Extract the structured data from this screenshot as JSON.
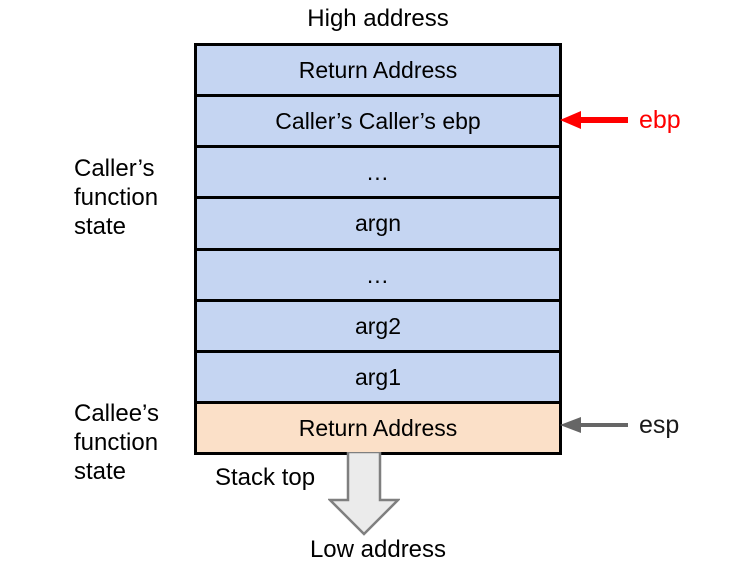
{
  "diagram": {
    "title": "High address",
    "bottom_label": "Low address",
    "stack_top_label": "Stack top",
    "colors": {
      "caller_fill": "#c5d5f2",
      "callee_fill": "#fbe0c8",
      "border": "#000000",
      "ebp_pointer": "#ff0000",
      "esp_pointer": "#666666",
      "growth_arrow_fill": "#ebebeb",
      "growth_arrow_stroke": "#7f7f7f"
    },
    "rows": [
      {
        "label": "Return Address",
        "region": "caller"
      },
      {
        "label": "Caller’s Caller’s ebp",
        "region": "caller"
      },
      {
        "label": "...",
        "region": "caller"
      },
      {
        "label": "argn",
        "region": "caller"
      },
      {
        "label": "...",
        "region": "caller"
      },
      {
        "label": "arg2",
        "region": "caller"
      },
      {
        "label": "arg1",
        "region": "caller"
      },
      {
        "label": "Return Address",
        "region": "callee"
      }
    ],
    "side_labels": {
      "caller": "Caller’s\nfunction\nstate",
      "callee": "Callee’s\nfunction\nstate"
    },
    "pointers": [
      {
        "name": "ebp",
        "label": "ebp",
        "color": "#ff0000",
        "target_row": 1
      },
      {
        "name": "esp",
        "label": "esp",
        "color": "#666666",
        "target_row": 7
      }
    ]
  }
}
